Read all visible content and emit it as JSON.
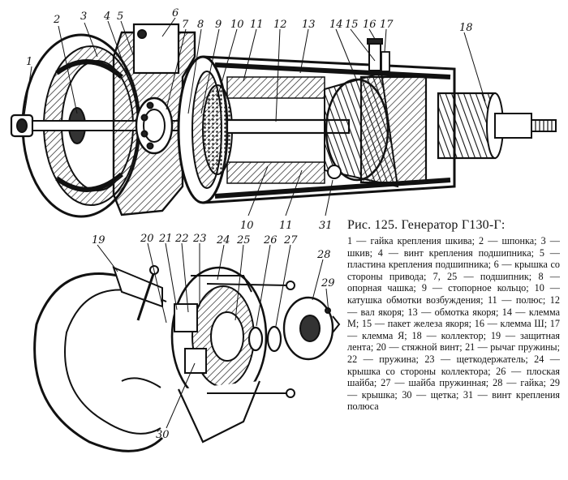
{
  "caption": {
    "title": "Рис. 125. Генератор Г130-Г:",
    "body": "1 — гайка крепления шкива; 2 — шпонка; 3 — шкив; 4 — винт крепления подшипника; 5 — пластина крепления подшипника; 6 — крышка со стороны привода; 7, 25 — подшипник; 8 — опорная чашка; 9 — стопорное кольцо; 10 — катушка обмотки возбуждения; 11 — полюс; 12 — вал якоря; 13 — обмотка якоря; 14 — клемма М; 15 — пакет железа якоря; 16 — клемма Ш; 17 — клемма Я; 18 — коллектор; 19 — защитная лента; 20 — стяжной винт; 21 — рычаг пружины; 22 — пружина; 23 — щеткодержатель; 24 — крышка со стороны коллектора; 26 — плоская шайба; 27 — шайба пружинная; 28 — гайка; 29 — крышка; 30 — щетка; 31 — винт крепления полюса"
  },
  "callouts": [
    "1",
    "2",
    "3",
    "4",
    "5",
    "6",
    "7",
    "8",
    "9",
    "10",
    "11",
    "12",
    "13",
    "14",
    "15",
    "16",
    "17",
    "18",
    "10",
    "11",
    "31",
    "19",
    "20",
    "21",
    "22",
    "23",
    "24",
    "25",
    "26",
    "27",
    "28",
    "29",
    "30"
  ]
}
